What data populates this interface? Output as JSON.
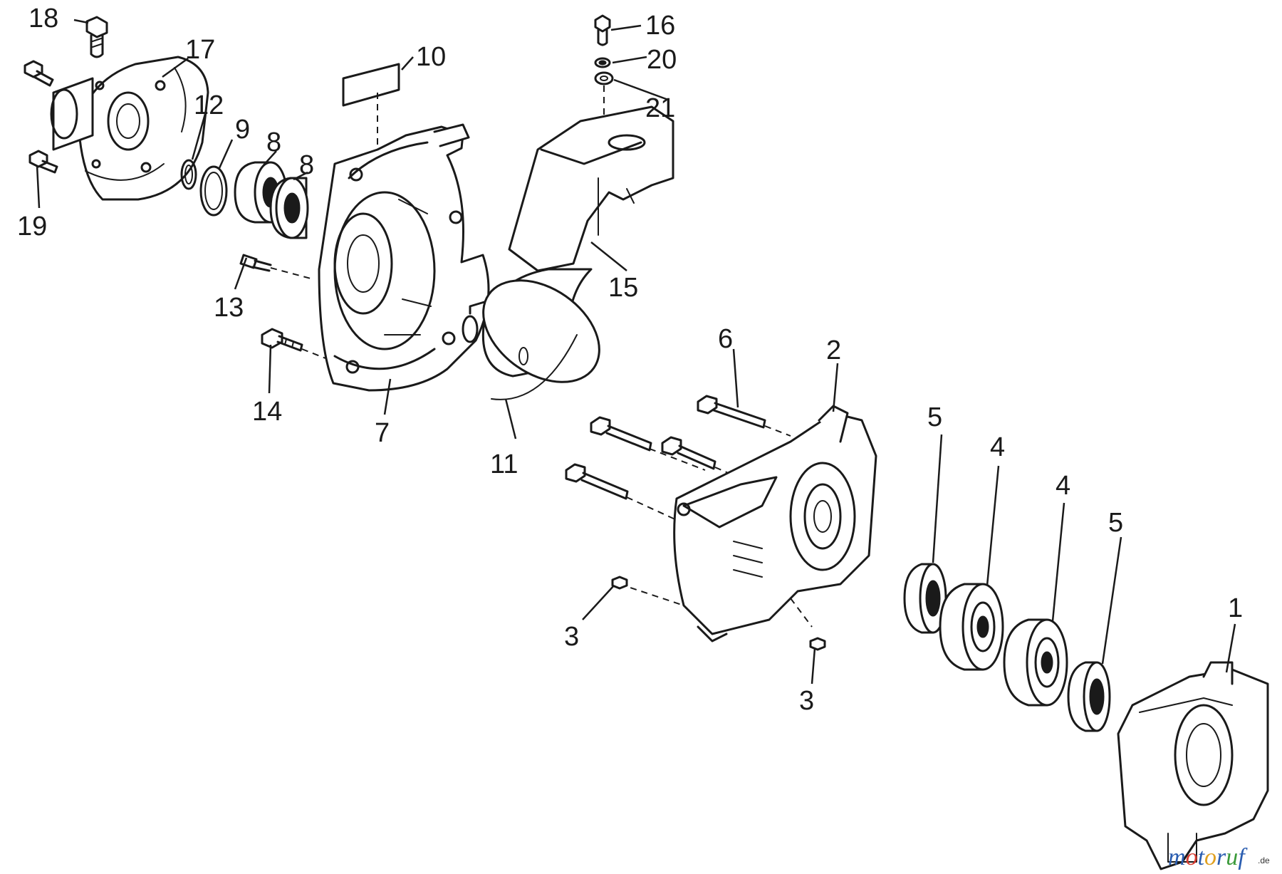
{
  "callouts": {
    "c1": "1",
    "c2": "2",
    "c3a": "3",
    "c3b": "3",
    "c4a": "4",
    "c4b": "4",
    "c5a": "5",
    "c5b": "5",
    "c6": "6",
    "c7": "7",
    "c8a": "8",
    "c8b": "8",
    "c9": "9",
    "c10": "10",
    "c11": "11",
    "c12": "12",
    "c13": "13",
    "c14": "14",
    "c15": "15",
    "c16": "16",
    "c17": "17",
    "c18": "18",
    "c19": "19",
    "c20": "20",
    "c21": "21"
  },
  "watermark": {
    "m": "m",
    "o1": "o",
    "t": "t",
    "o2": "o",
    "r": "r",
    "u": "u",
    "f": "f",
    "de": ".de",
    "colors": {
      "m": "#2a5db0",
      "o1": "#d63a2f",
      "t": "#2a5db0",
      "o2": "#e0a020",
      "r": "#2a5db0",
      "u": "#3a9a3a",
      "f": "#2a5db0"
    }
  }
}
